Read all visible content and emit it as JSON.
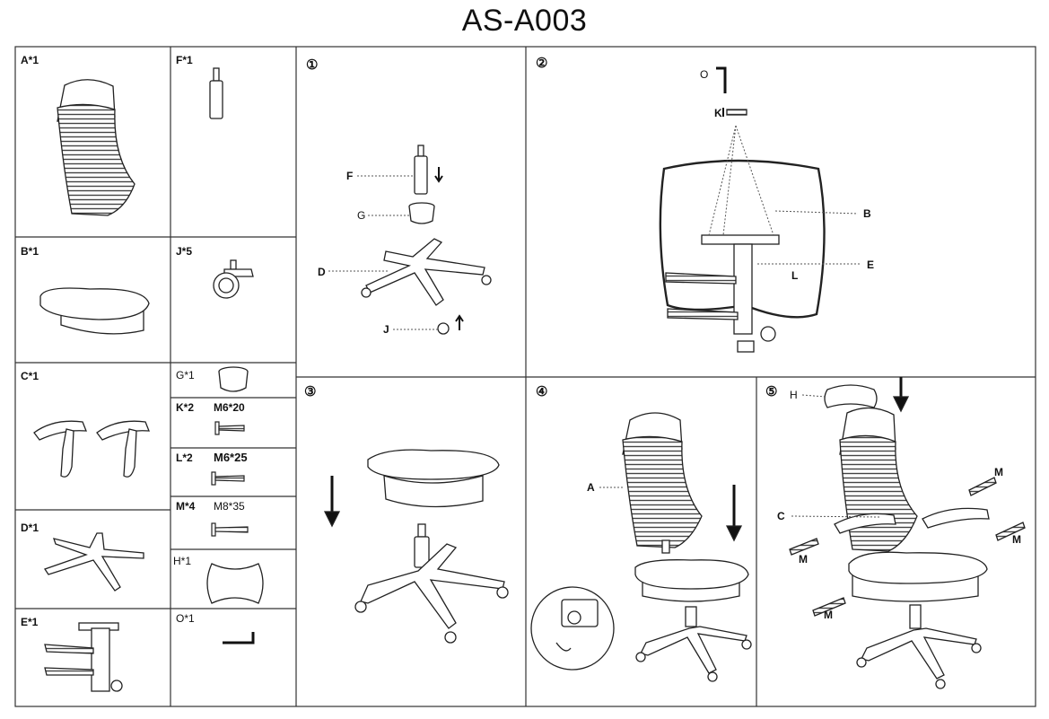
{
  "title": "AS-A003",
  "parts": [
    {
      "id": "A",
      "label": "A*1"
    },
    {
      "id": "F",
      "label": "F*1"
    },
    {
      "id": "B",
      "label": "B*1"
    },
    {
      "id": "J",
      "label": "J*5"
    },
    {
      "id": "C",
      "label": "C*1"
    },
    {
      "id": "G",
      "label": "G*1"
    },
    {
      "id": "K",
      "label": "K*2",
      "spec": "M6*20"
    },
    {
      "id": "L",
      "label": "L*2",
      "spec": "M6*25"
    },
    {
      "id": "M",
      "label": "M*4",
      "spec": "M8*35"
    },
    {
      "id": "H",
      "label": "H*1"
    },
    {
      "id": "D",
      "label": "D*1"
    },
    {
      "id": "O",
      "label": "O*1"
    },
    {
      "id": "E",
      "label": "E*1"
    }
  ],
  "steps": [
    "①",
    "②",
    "③",
    "④",
    "⑤"
  ],
  "step1": {
    "F": "F",
    "G": "G",
    "D": "D",
    "J": "J"
  },
  "step2": {
    "O": "O",
    "K": "K",
    "B": "B",
    "E": "E",
    "L": "L"
  },
  "step4": {
    "A": "A"
  },
  "step5": {
    "H": "H",
    "C": "C",
    "M1": "M",
    "M2": "M",
    "M3": "M",
    "M4": "M"
  },
  "colors": {
    "line": "#222222",
    "grid": "#333333",
    "mesh": "#555555"
  }
}
